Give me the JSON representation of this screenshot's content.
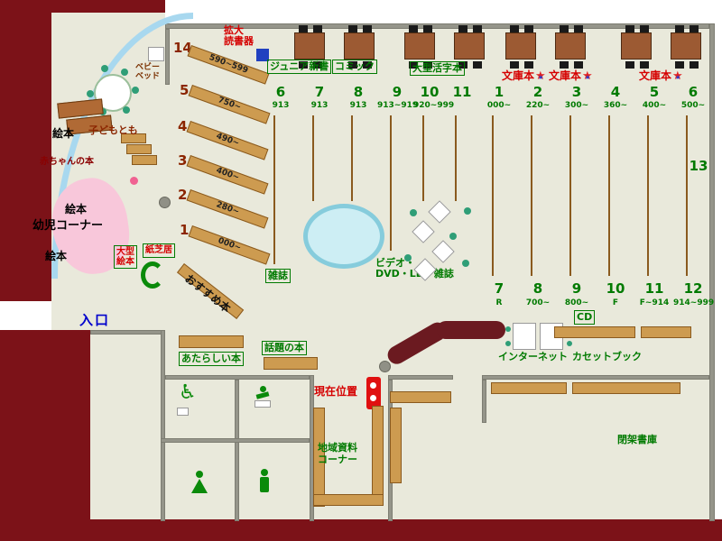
{
  "icons": {
    "star": "★",
    "wheelchair": "♿"
  },
  "colors": {
    "maroon": "#7c1218",
    "floor": "#e9e9db",
    "shelf": "#cd9b50",
    "green": "#007a00",
    "red": "#d50000",
    "entrance_blue": "#0000cc",
    "arc_blue": "#a8d8ef",
    "pink": "#f8c7da"
  },
  "top_area": {
    "magnifier_line1": "拡大",
    "magnifier_line2": "読書器",
    "junior": "ジュニア新書",
    "comic": "コミック",
    "large_print": "大型活字本",
    "bunko_1": "文庫本",
    "bunko_2": "文庫本",
    "bunko_3": "文庫本"
  },
  "fan_shelves": [
    {
      "num": "14",
      "range": "590~599"
    },
    {
      "num": "5",
      "range": "750~"
    },
    {
      "num": "4",
      "range": "490~"
    },
    {
      "num": "3",
      "range": "400~"
    },
    {
      "num": "2",
      "range": "280~"
    },
    {
      "num": "1",
      "range": "000~"
    }
  ],
  "left_group": {
    "columns": [
      {
        "num": "6",
        "range": "913"
      },
      {
        "num": "7",
        "range": "913"
      },
      {
        "num": "8",
        "range": "913"
      },
      {
        "num": "9",
        "range": "913~919"
      },
      {
        "num": "10",
        "range": "920~999"
      },
      {
        "num": "11",
        "range": ""
      }
    ]
  },
  "right_group": {
    "top": [
      {
        "num": "1",
        "range": "000~"
      },
      {
        "num": "2",
        "range": "220~"
      },
      {
        "num": "3",
        "range": "300~"
      },
      {
        "num": "4",
        "range": "360~"
      },
      {
        "num": "5",
        "range": "400~"
      },
      {
        "num": "6",
        "range": "500~"
      }
    ],
    "bottom": [
      {
        "num": "7",
        "range": "R"
      },
      {
        "num": "8",
        "range": "700~"
      },
      {
        "num": "9",
        "range": "800~"
      },
      {
        "num": "10",
        "range": "F"
      },
      {
        "num": "11",
        "range": "F~914"
      },
      {
        "num": "12",
        "range": "914~999"
      }
    ]
  },
  "wall_shelf_num": "13",
  "center": {
    "magazine": "雑誌",
    "video_line1": "ビデオ・",
    "video_line2": "DVD・LD・雑誌",
    "recommended": "おすすめ本"
  },
  "services": {
    "cd": "CD",
    "internet": "インターネット",
    "cassette": "カセットブック",
    "current_location": "現在位置",
    "new_books": "あたらしい本",
    "topic_books": "話題の本",
    "local_line1": "地域資料",
    "local_line2": "コーナー",
    "closed_stacks": "閉架書庫"
  },
  "children": {
    "corner": "幼児コーナー",
    "baby_books": "赤ちゃんの本",
    "kodomonotomo": "子どもとも",
    "bed_line1": "ベビー",
    "bed_line2": "ベッド",
    "ehon_1": "絵本",
    "ehon_2": "絵本",
    "ehon_3": "絵本",
    "large_ehon_line1": "大型",
    "large_ehon_line2": "絵本",
    "kamishibai": "紙芝居",
    "entrance": "入口"
  }
}
